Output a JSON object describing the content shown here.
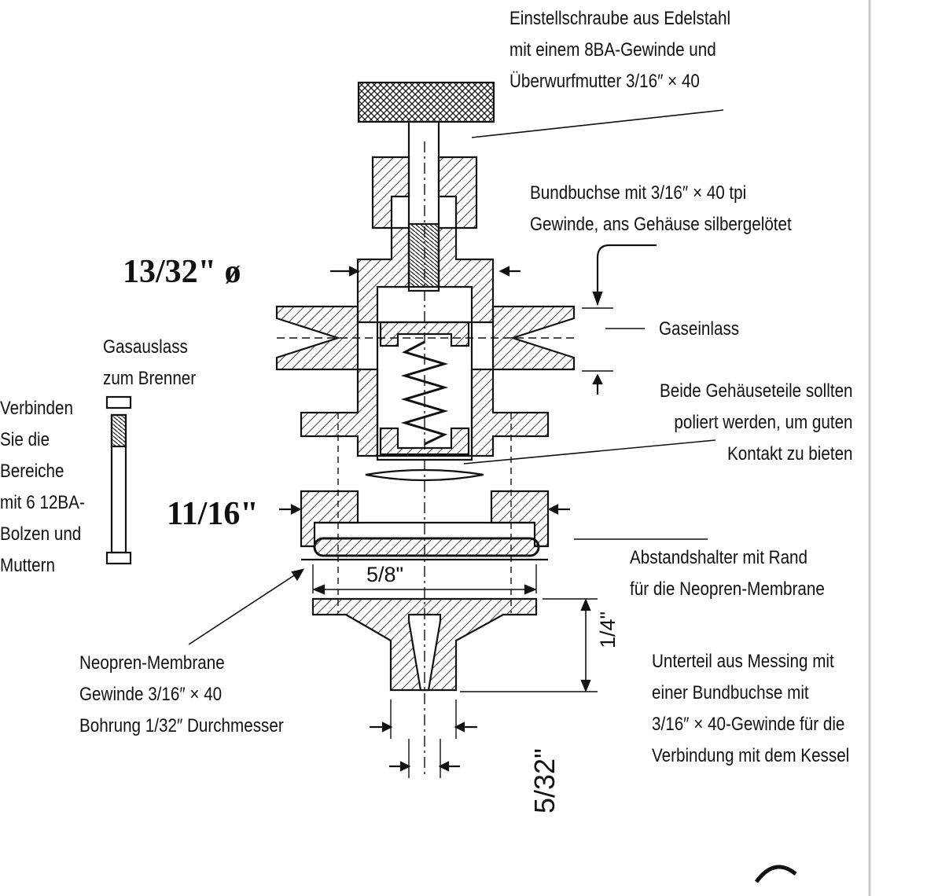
{
  "labels": {
    "adjust_screw": [
      "Einstellschraube aus Edelstahl",
      "mit einem 8BA-Gewinde und",
      "Überwurfmutter 3/16″ × 40"
    ],
    "collar_bush": [
      "Bundbuchse mit 3/16″ × 40 tpi",
      "Gewinde, ans Gehäuse silbergelötet"
    ],
    "gas_inlet": "Gaseinlass",
    "gas_outlet": [
      "Gasauslass",
      "zum Brenner"
    ],
    "connect_areas": [
      "Verbinden",
      "Sie die",
      "Bereiche",
      "mit 6 12BA-",
      "Bolzen und",
      "Muttern"
    ],
    "polish_note": [
      "Beide Gehäuseteile sollten",
      "poliert werden, um guten",
      "Kontakt zu bieten"
    ],
    "spacer": [
      "Abstandshalter mit Rand",
      "für die Neopren-Membrane"
    ],
    "membrane": [
      "Neopren-Membrane",
      "Gewinde 3/16″ × 40",
      "Bohrung 1/32″ Durchmesser"
    ],
    "base_part": [
      "Unterteil aus Messing mit",
      "einer Bundbuchse mit",
      "3/16″ × 40-Gewinde für die",
      "Verbindung mit dem Kessel"
    ]
  },
  "dimensions": {
    "body_diameter": "13/32\" ø",
    "spacer_diameter": "11/16\"",
    "membrane_width": "5/8\"",
    "base_height": "1/4\"",
    "outlet_bore": "5/32\""
  },
  "colors": {
    "ink": "#111111",
    "paper": "#ffffff"
  }
}
